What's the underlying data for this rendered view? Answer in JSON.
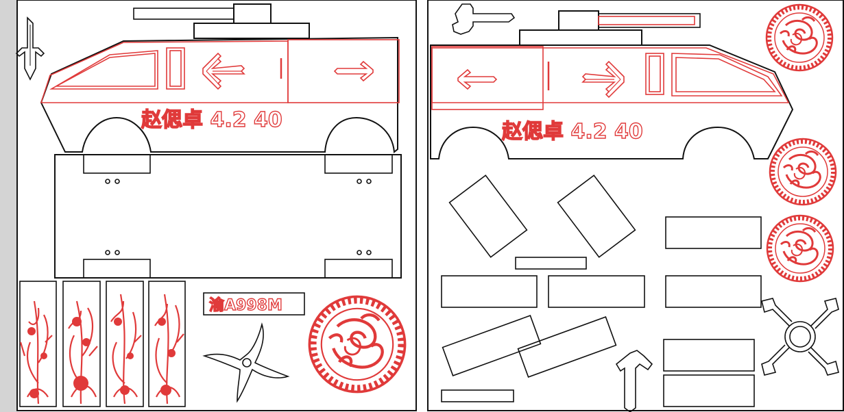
{
  "colors": {
    "cut_line": "#111111",
    "engrave": "#e03a3a",
    "background": "#ffffff",
    "left_strip": "#d4d4d4"
  },
  "left_sheet": {
    "vehicle_label": "赵偲卓 4.2  40",
    "plate": "渝A998M"
  },
  "right_sheet": {
    "vehicle_label": "赵偲卓 4.2  40"
  },
  "icons": [
    "sword-icon",
    "arrow-left-icon",
    "arrow-right-icon",
    "shuriken-icon",
    "dragon-medallion-icon",
    "plant-panel-icon",
    "key-icon",
    "cross-arrows-icon",
    "pickaxe-icon"
  ]
}
